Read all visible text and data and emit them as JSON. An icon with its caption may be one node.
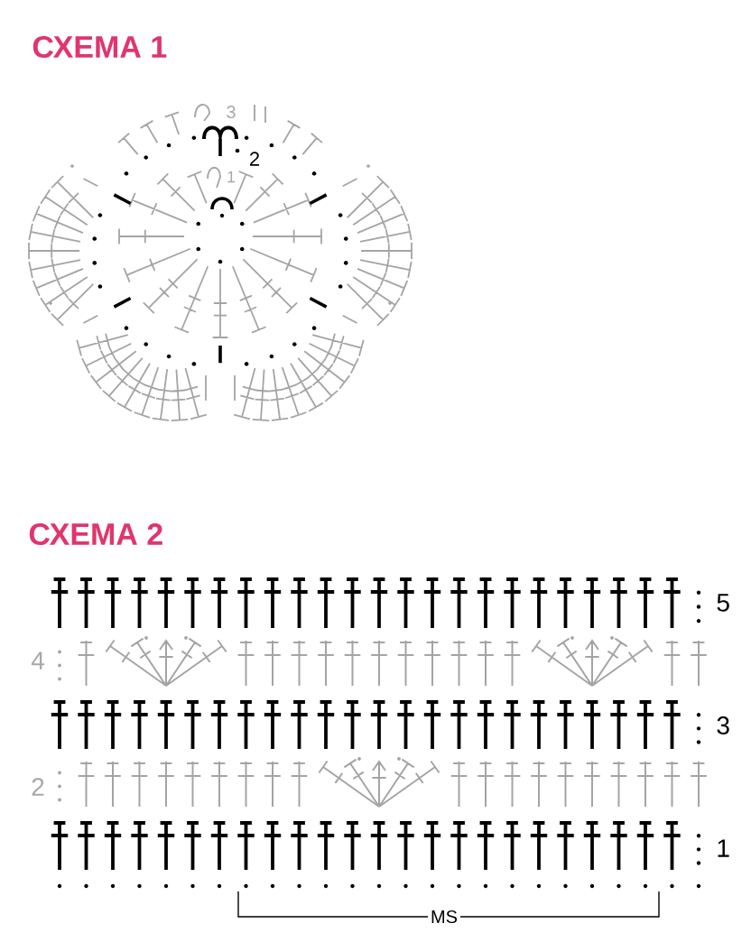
{
  "diagram": {
    "labels": [
      "СХЕМА 1",
      "3",
      "2",
      "1",
      "СХЕМА 2",
      "5",
      "4",
      "3",
      "2",
      "1",
      "MS"
    ]
  }
}
